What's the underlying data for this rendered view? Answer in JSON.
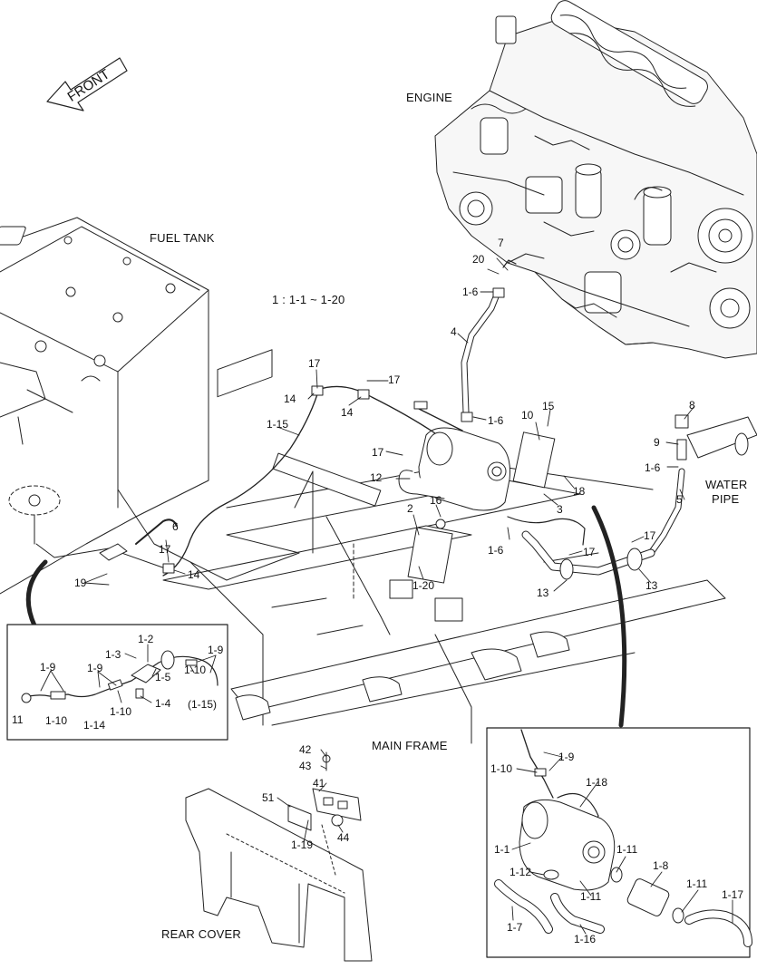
{
  "diagram": {
    "front": "FRONT",
    "engine": "ENGINE",
    "fuel_tank": "FUEL TANK",
    "scale_note": "1 : 1-1 ~ 1-20",
    "water_pipe_line1": "WATER",
    "water_pipe_line2": "PIPE",
    "main_frame": "MAIN FRAME",
    "rear_cover": "REAR COVER"
  },
  "callouts": [
    {
      "id": "c-7",
      "text": "7"
    },
    {
      "id": "c-20",
      "text": "20"
    },
    {
      "id": "c-1-6-a",
      "text": "1-6"
    },
    {
      "id": "c-4",
      "text": "4"
    },
    {
      "id": "c-17-a",
      "text": "17"
    },
    {
      "id": "c-17-b",
      "text": "17"
    },
    {
      "id": "c-14-a",
      "text": "14"
    },
    {
      "id": "c-14-b",
      "text": "14"
    },
    {
      "id": "c-1-15",
      "text": "1-15"
    },
    {
      "id": "c-1-6-b",
      "text": "1-6"
    },
    {
      "id": "c-10",
      "text": "10"
    },
    {
      "id": "c-15",
      "text": "15"
    },
    {
      "id": "c-8",
      "text": "8"
    },
    {
      "id": "c-9",
      "text": "9"
    },
    {
      "id": "c-1-6-c",
      "text": "1-6"
    },
    {
      "id": "c-17-c",
      "text": "17"
    },
    {
      "id": "c-12",
      "text": "12"
    },
    {
      "id": "c-18",
      "text": "18"
    },
    {
      "id": "c-5",
      "text": "5"
    },
    {
      "id": "c-2",
      "text": "2"
    },
    {
      "id": "c-16",
      "text": "16"
    },
    {
      "id": "c-3",
      "text": "3"
    },
    {
      "id": "c-6",
      "text": "6"
    },
    {
      "id": "c-1-6-d",
      "text": "1-6"
    },
    {
      "id": "c-17-d",
      "text": "17"
    },
    {
      "id": "c-17-e",
      "text": "17"
    },
    {
      "id": "c-14-c",
      "text": "14"
    },
    {
      "id": "c-19",
      "text": "19"
    },
    {
      "id": "c-1-20",
      "text": "1-20"
    },
    {
      "id": "c-13-a",
      "text": "13"
    },
    {
      "id": "c-13-b",
      "text": "13"
    },
    {
      "id": "c-17-f",
      "text": "17"
    },
    {
      "id": "c-1-2",
      "text": "1-2"
    },
    {
      "id": "c-1-3",
      "text": "1-3"
    },
    {
      "id": "c-1-9-a",
      "text": "1-9"
    },
    {
      "id": "c-1-9-b",
      "text": "1-9"
    },
    {
      "id": "c-1-9-c",
      "text": "1-9"
    },
    {
      "id": "c-1-5",
      "text": "1-5"
    },
    {
      "id": "c-1-10-a",
      "text": "1-10"
    },
    {
      "id": "c-1-10-b",
      "text": "1-10"
    },
    {
      "id": "c-1-10-c",
      "text": "1-10"
    },
    {
      "id": "c-1-4",
      "text": "1-4"
    },
    {
      "id": "c-11",
      "text": "11"
    },
    {
      "id": "c-1-14",
      "text": "1-14"
    },
    {
      "id": "c-1-15-p",
      "text": "(1-15)"
    },
    {
      "id": "c-42",
      "text": "42"
    },
    {
      "id": "c-43",
      "text": "43"
    },
    {
      "id": "c-41",
      "text": "41"
    },
    {
      "id": "c-51",
      "text": "51"
    },
    {
      "id": "c-44",
      "text": "44"
    },
    {
      "id": "c-1-19",
      "text": "1-19"
    },
    {
      "id": "c-1-9-d",
      "text": "1-9"
    },
    {
      "id": "c-1-10-d",
      "text": "1-10"
    },
    {
      "id": "c-1-18",
      "text": "1-18"
    },
    {
      "id": "c-1-1",
      "text": "1-1"
    },
    {
      "id": "c-1-11-a",
      "text": "1-11"
    },
    {
      "id": "c-1-8",
      "text": "1-8"
    },
    {
      "id": "c-1-12",
      "text": "1-12"
    },
    {
      "id": "c-1-11-b",
      "text": "1-11"
    },
    {
      "id": "c-1-11-c",
      "text": "1-11"
    },
    {
      "id": "c-1-17",
      "text": "1-17"
    },
    {
      "id": "c-1-7",
      "text": "1-7"
    },
    {
      "id": "c-1-16",
      "text": "1-16"
    }
  ]
}
